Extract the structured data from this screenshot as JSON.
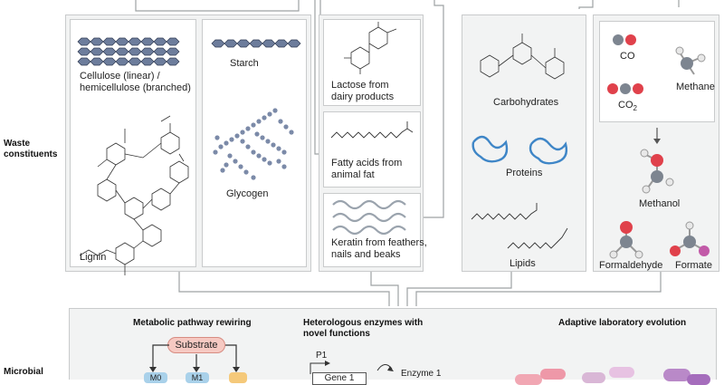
{
  "side_labels": {
    "waste": "Waste\nconstituents",
    "microbial": "Microbial"
  },
  "panels": {
    "cellulose": "Cellulose (linear) /\nhemicellulose (branched)",
    "lignin": "Lignin",
    "starch": "Starch",
    "glycogen": "Glycogen",
    "lactose": "Lactose from\ndairy products",
    "fatty_acids": "Fatty acids from\nanimal fat",
    "keratin": "Keratin from feathers,\nnails and beaks",
    "carbohydrates": "Carbohydrates",
    "proteins": "Proteins",
    "lipids": "Lipids",
    "co": "CO",
    "co2": "CO",
    "co2_sub": "2",
    "methane": "Methane",
    "methanol": "Methanol",
    "formaldehyde": "Formaldehyde",
    "formate": "Formate"
  },
  "bottom": {
    "metabolic": "Metabolic pathway rewiring",
    "heterologous": "Heterologous enzymes with\nnovel functions",
    "adaptive": "Adaptive laboratory evolution",
    "substrate": "Substrate",
    "m0": "M0",
    "m1": "M1",
    "p1": "P1",
    "gene1": "Gene 1",
    "enzyme1": "Enzyme 1"
  }
}
